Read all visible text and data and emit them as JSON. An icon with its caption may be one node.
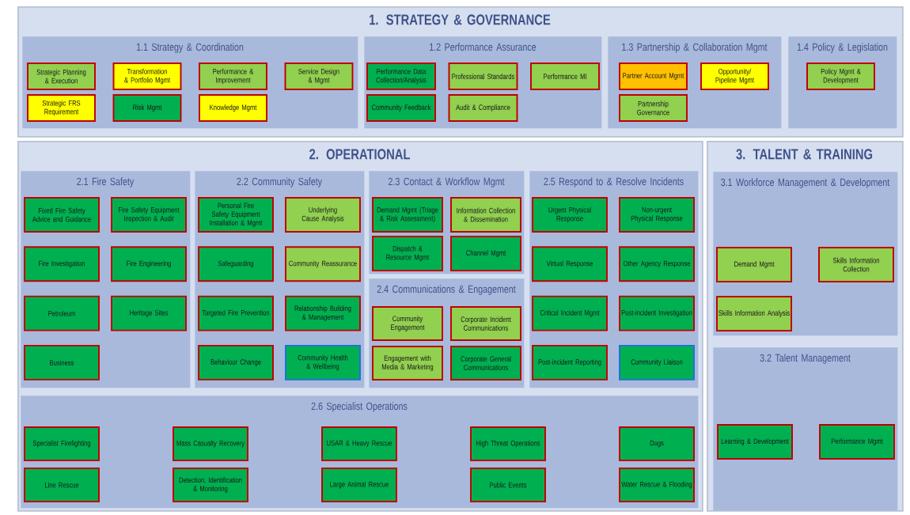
{
  "diagram": {
    "nodes": [
      {
        "text": [
          "1. STRATEGY & GOVERNANCE"
        ]
      },
      {
        "text": [
          "1.1 Strategy & Coordination"
        ],
        "in": 0
      },
      {
        "text": [
          "Strategic Planning & Execution"
        ],
        "in": 1
      },
      {
        "text": [
          "Transformation & Portfolio Mgmt"
        ],
        "in": 1
      },
      {
        "text": [
          "Performance & Improvement"
        ],
        "in": 1
      },
      {
        "text": [
          "Service Design & Mgmt"
        ],
        "in": 1
      },
      {
        "text": [
          "Strategic FRS Requirement"
        ],
        "in": 1
      },
      {
        "text": [
          "Risk Mgmt"
        ],
        "in": 1
      },
      {
        "text": [
          "Knowledge Mgmt"
        ],
        "in": 1
      },
      {
        "text": [
          "1.2 Performance Assurance"
        ],
        "in": 0
      },
      {
        "text": [
          "Performance Data Collection/Analysis"
        ],
        "in": 9
      },
      {
        "text": [
          "Professional Standards"
        ],
        "in": 9
      },
      {
        "text": [
          "Performance MI"
        ],
        "in": 9
      },
      {
        "text": [
          "Community Feedback"
        ],
        "in": 9
      },
      {
        "text": [
          "Audit & Compliance"
        ],
        "in": 9
      },
      {
        "text": [
          "1.3 Partnership & Collaboration Mgmt"
        ],
        "in": 0
      },
      {
        "text": [
          "Partner Account Mgmt"
        ],
        "in": 15
      },
      {
        "text": [
          "Opportunity/ Pipeline Mgmt"
        ],
        "in": 15
      },
      {
        "text": [
          "Partnership Governance"
        ],
        "in": 15
      },
      {
        "text": [
          "1.4 Policy & Legislation"
        ],
        "in": 0
      },
      {
        "text": [
          "Policy Mgmt & Development"
        ],
        "in": 19
      },
      {
        "text": [
          "2. OPERATIONAL"
        ]
      },
      {
        "text": [
          "2.1 Fire Safety"
        ],
        "in": 21
      },
      {
        "text": [
          "Fixed Fire Safety Advice and Guidance"
        ],
        "in": 22
      },
      {
        "text": [
          "Fire Safety Equipment Inspection & Audit"
        ],
        "in": 22
      },
      {
        "text": [
          "Fire Investigation"
        ],
        "in": 22
      },
      {
        "text": [
          "Fire Engineering"
        ],
        "in": 22
      },
      {
        "text": [
          "Petroleum"
        ],
        "in": 22
      },
      {
        "text": [
          "Heritage Sites"
        ],
        "in": 22
      },
      {
        "text": [
          "Business"
        ],
        "in": 22
      },
      {
        "text": [
          "2.2 Community Safety"
        ],
        "in": 21
      },
      {
        "text": [
          "Personal Fire Safety Equipment Installation & Mgmt"
        ],
        "in": 30
      },
      {
        "text": [
          "Underlying Cause Analysis"
        ],
        "in": 30
      },
      {
        "text": [
          "Safeguarding"
        ],
        "in": 30
      },
      {
        "text": [
          "Community Reassurance"
        ],
        "in": 30
      },
      {
        "text": [
          "Targeted Fire Prevention"
        ],
        "in": 30
      },
      {
        "text": [
          "Relationship Building & Management"
        ],
        "in": 30
      },
      {
        "text": [
          "Behaviour Change"
        ],
        "in": 30
      },
      {
        "text": [
          "Community Health & Wellbeing"
        ],
        "in": 30
      },
      {
        "text": [
          "2.3 Contact & Workflow Mgmt"
        ],
        "in": 21
      },
      {
        "text": [
          "Demand Mgmt (Triage & Risk Assessment)"
        ],
        "in": 39
      },
      {
        "text": [
          "Information Collection & Dissemination"
        ],
        "in": 39
      },
      {
        "text": [
          "Dispatch & Resource Mgmt"
        ],
        "in": 39
      },
      {
        "text": [
          "Channel Mgmt"
        ],
        "in": 39
      },
      {
        "text": [
          "2.4 Communications & Engagement"
        ],
        "in": 21
      },
      {
        "text": [
          "Community Engagement"
        ],
        "in": 44
      },
      {
        "text": [
          "Corporate Incident Communications"
        ],
        "in": 44
      },
      {
        "text": [
          "Engagement with Media & Marketing"
        ],
        "in": 44
      },
      {
        "text": [
          "Corporate General Communications"
        ],
        "in": 44
      },
      {
        "text": [
          "2.5 Respond to & Resolve Incidents"
        ],
        "in": 21
      },
      {
        "text": [
          "Urgent Physical Response"
        ],
        "in": 49
      },
      {
        "text": [
          "Non-urgent Physical Response"
        ],
        "in": 49
      },
      {
        "text": [
          "Virtual Response"
        ],
        "in": 49
      },
      {
        "text": [
          "Other Agency Response"
        ],
        "in": 49
      },
      {
        "text": [
          "Critical Incident Mgmt"
        ],
        "in": 49
      },
      {
        "text": [
          "Post-incident Investigation"
        ],
        "in": 49
      },
      {
        "text": [
          "Post-incident Reporting"
        ],
        "in": 49
      },
      {
        "text": [
          "Community Liaison"
        ],
        "in": 49
      },
      {
        "text": [
          "2.6 Specialist Operations"
        ],
        "in": 21
      },
      {
        "text": [
          "Specialist Firefighting"
        ],
        "in": 58
      },
      {
        "text": [
          "Mass Casualty Recovery"
        ],
        "in": 58
      },
      {
        "text": [
          "USAR & Heavy Rescue"
        ],
        "in": 58
      },
      {
        "text": [
          "High Threat Operations"
        ],
        "in": 58
      },
      {
        "text": [
          "Dogs"
        ],
        "in": 58
      },
      {
        "text": [
          "Line Rescue"
        ],
        "in": 58
      },
      {
        "text": [
          "Detection, Identification & Monitoring"
        ],
        "in": 58
      },
      {
        "text": [
          "Large Animal Rescue"
        ],
        "in": 58
      },
      {
        "text": [
          "Public Events"
        ],
        "in": 58
      },
      {
        "text": [
          "Water Rescue & Flooding"
        ],
        "in": 58
      },
      {
        "text": [
          "3. TALENT & TRAINING"
        ]
      },
      {
        "text": [
          "3.1 Workforce Management & Development"
        ],
        "in": 69
      },
      {
        "text": [
          "Demand Mgmt"
        ],
        "in": 70
      },
      {
        "text": [
          "Skills Information Collection"
        ],
        "in": 70
      },
      {
        "text": [
          "Skills Information Analysis"
        ],
        "in": 70
      },
      {
        "text": [
          "3.2 Talent Management"
        ],
        "in": 69
      },
      {
        "text": [
          "Learning & Development"
        ],
        "in": 74
      },
      {
        "text": [
          "Performance Mgmt"
        ],
        "in": 74
      }
    ]
  }
}
